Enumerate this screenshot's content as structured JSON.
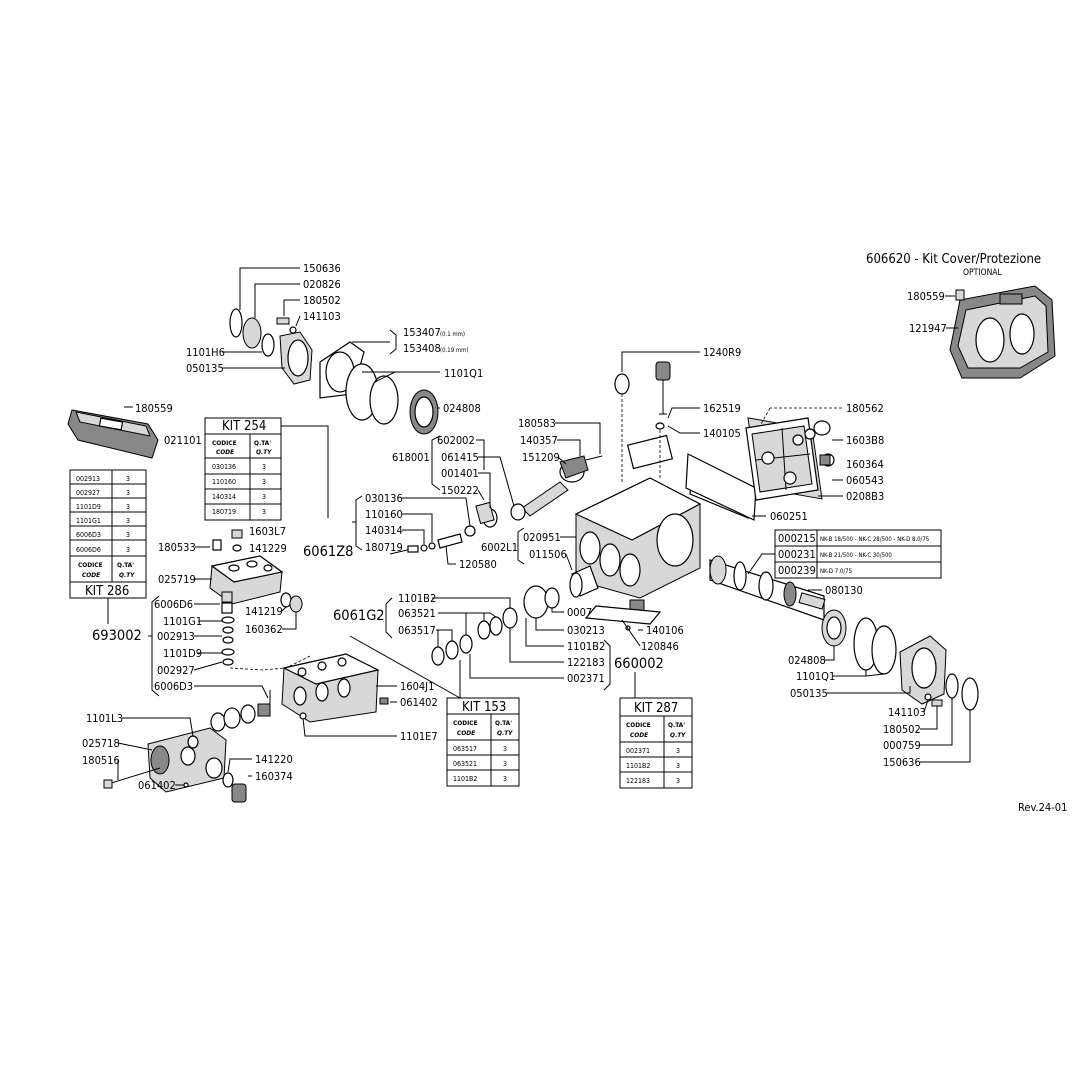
{
  "kit_cover": {
    "title": "606620 - Kit Cover/Protezione",
    "subtitle": "OPTIONAL"
  },
  "revision": "Rev.24-01",
  "kits": {
    "kit254": {
      "title": "KIT 254",
      "h_code": "CODICE",
      "h_code2": "CODE",
      "h_qty": "Q.TA'",
      "h_qty2": "Q.TY",
      "rows": [
        [
          "030136",
          "3"
        ],
        [
          "110160",
          "3"
        ],
        [
          "140314",
          "3"
        ],
        [
          "180719",
          "3"
        ]
      ]
    },
    "kit286": {
      "title": "KIT 286",
      "h_code": "CODICE",
      "h_code2": "CODE",
      "h_qty": "Q.TA'",
      "h_qty2": "Q.TY",
      "rows": [
        [
          "002913",
          "3"
        ],
        [
          "002927",
          "3"
        ],
        [
          "1101D9",
          "3"
        ],
        [
          "1101G1",
          "3"
        ],
        [
          "6006D3",
          "3"
        ],
        [
          "6006D6",
          "3"
        ]
      ]
    },
    "kit153": {
      "title": "KIT 153",
      "h_code": "CODICE",
      "h_code2": "CODE",
      "h_qty": "Q.TA'",
      "h_qty2": "Q.TY",
      "rows": [
        [
          "063517",
          "3"
        ],
        [
          "063521",
          "3"
        ],
        [
          "1101B2",
          "3"
        ]
      ]
    },
    "kit287": {
      "title": "KIT 287",
      "h_code": "CODICE",
      "h_code2": "CODE",
      "h_qty": "Q.TA'",
      "h_qty2": "Q.TY",
      "rows": [
        [
          "002371",
          "3"
        ],
        [
          "1101B2",
          "3"
        ],
        [
          "122183",
          "3"
        ]
      ]
    }
  },
  "shaft_table": [
    {
      "code": "000215",
      "desc": "NK-B 18/500 - NK-C 28/500 - NK-D 8.0/75"
    },
    {
      "code": "000231",
      "desc": "NK-B 21/500 - NK-C 30/500"
    },
    {
      "code": "000239",
      "desc": "NK-D 7.0/75"
    }
  ],
  "labels": {
    "l150636a": "150636",
    "l020826": "020826",
    "l180502a": "180502",
    "l141103a": "141103",
    "l1101H6": "1101H6",
    "l050135a": "050135",
    "l153407": "153407",
    "l153407s": "(0.1 mm)",
    "l153408": "153408",
    "l153408s": "(0.19 mm)",
    "l1101Q1a": "1101Q1",
    "l024808a": "024808",
    "l180559a": "180559",
    "l021101": "021101",
    "l6061Z8": "6061Z8",
    "l180583": "180583",
    "l602002": "602002",
    "l140357": "140357",
    "l618001": "618001",
    "l061415": "061415",
    "l151209": "151209",
    "l001401": "001401",
    "l150222": "150222",
    "l030136": "030136",
    "l110160": "110160",
    "l140314": "140314",
    "l180719": "180719",
    "l120580": "120580",
    "l1240R9": "1240R9",
    "l162519": "162519",
    "l140105": "140105",
    "l180562": "180562",
    "l1603B8": "1603B8",
    "l160364": "160364",
    "l060543": "060543",
    "l0208B3": "0208B3",
    "l060251": "060251",
    "l020951": "020951",
    "l6002L1": "6002L1",
    "l011506": "011506",
    "l1603L7": "1603L7",
    "l180533": "180533",
    "l141229": "141229",
    "l025719": "025719",
    "l6006D6": "6006D6",
    "l1101G1": "1101G1",
    "l693002": "693002",
    "l002913": "002913",
    "l1101D9": "1101D9",
    "l002927": "002927",
    "l6006D3": "6006D3",
    "l141219": "141219",
    "l160362": "160362",
    "l6061G2": "6061G2",
    "l1101B2a": "1101B2",
    "l063521": "063521",
    "l063517": "063517",
    "l000726": "000726",
    "l030213": "030213",
    "l1101B2b": "1101B2",
    "l122183": "122183",
    "l002371": "002371",
    "l660002": "660002",
    "l140106": "140106",
    "l120846": "120846",
    "l080130": "080130",
    "l024808b": "024808",
    "l1101Q1b": "1101Q1",
    "l050135b": "050135",
    "l141103b": "141103",
    "l180502b": "180502",
    "l000759": "000759",
    "l150636b": "150636",
    "l1604J1": "1604J1",
    "l061402a": "061402",
    "l1101E7": "1101E7",
    "l1101L3": "1101L3",
    "l025718": "025718",
    "l180516": "180516",
    "l061402b": "061402",
    "l141220": "141220",
    "l160374": "160374",
    "l180559b": "180559",
    "l121947": "121947"
  }
}
